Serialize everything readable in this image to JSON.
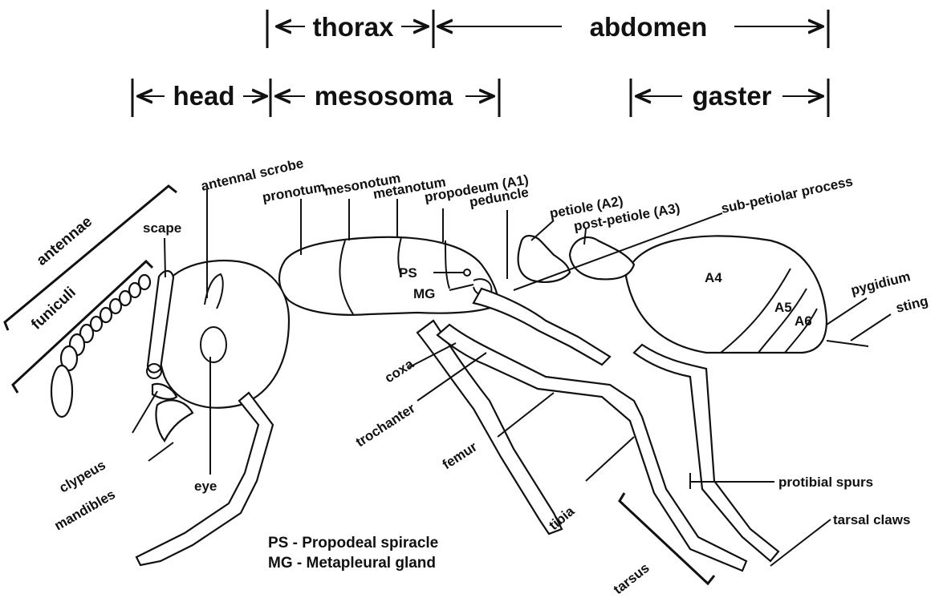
{
  "regions": {
    "thorax": "thorax",
    "abdomen": "abdomen",
    "head": "head",
    "mesosoma": "mesosoma",
    "gaster": "gaster"
  },
  "labels": {
    "antennae": "antennae",
    "funiculi": "funiculi",
    "scape": "scape",
    "antennal_scrobe": "antennal scrobe",
    "pronotum": "pronotum",
    "mesonotum": "mesonotum",
    "metanotum": "metanotum",
    "propodeum": "propodeum (A1)",
    "peduncle": "peduncle",
    "petiole": "petiole (A2)",
    "post_petiole": "post-petiole (A3)",
    "sub_petiolar": "sub-petiolar process",
    "ps": "PS",
    "mg": "MG",
    "a4": "A4",
    "a5": "A5",
    "a6": "A6",
    "pygidium": "pygidium",
    "sting": "sting",
    "coxa": "coxa",
    "trochanter": "trochanter",
    "femur": "femur",
    "tibia": "tibia",
    "clypeus": "clypeus",
    "mandibles": "mandibles",
    "eye": "eye",
    "protibial_spurs": "protibial spurs",
    "tarsal_claws": "tarsal claws",
    "tarsus": "tarsus"
  },
  "legend": {
    "line1": "PS - Propodeal spiracle",
    "line2": "MG - Metapleural gland"
  }
}
